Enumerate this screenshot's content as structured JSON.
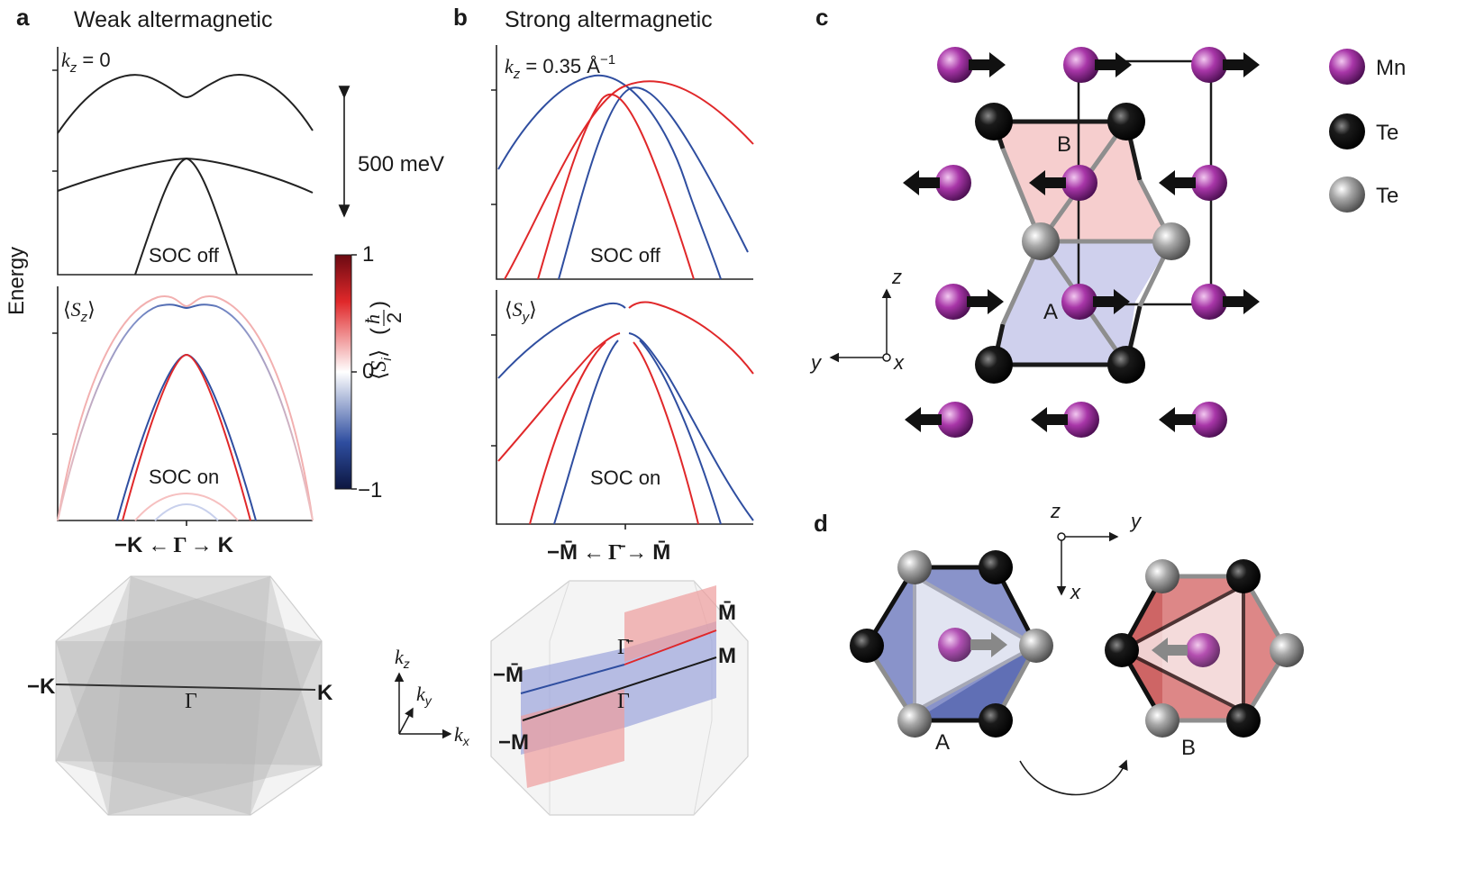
{
  "panels": {
    "a": {
      "letter": "a",
      "title": "Weak altermagnetic",
      "kz_label": "k",
      "kz_sub": "z",
      "kz_value": " = 0",
      "soc_off": "SOC off",
      "soc_on": "SOC on",
      "spin_label": "S",
      "spin_sub": "z",
      "k_neg": "−K",
      "arrow_left": "←",
      "gamma": "Γ",
      "arrow_right": "→",
      "k_pos": "K",
      "bz_k_neg": "−K",
      "bz_k_pos": "K",
      "bz_gamma": "Γ"
    },
    "b": {
      "letter": "b",
      "title": "Strong altermagnetic",
      "kz_label": "k",
      "kz_sub": "z",
      "kz_value": " = 0.35 Å",
      "kz_unit_sup": "−1",
      "soc_off": "SOC off",
      "soc_on": "SOC on",
      "spin_label": "S",
      "spin_sub": "y",
      "m_neg": "−M̄",
      "arrow_left": "←",
      "gamma_bar": "Γ̄",
      "arrow_right": "→",
      "m_pos": "M̄",
      "bz_mbar_neg": "−M̄",
      "bz_mbar_pos": "M̄",
      "bz_m_neg": "−M",
      "bz_m_pos": "M",
      "bz_gamma_bar": "Γ̄",
      "bz_gamma": "Γ"
    },
    "c": {
      "letter": "c",
      "label_A": "A",
      "label_B": "B",
      "axis_z": "z",
      "axis_y": "y",
      "axis_x": "x"
    },
    "d": {
      "letter": "d",
      "label_A": "A",
      "label_B": "B",
      "axis_z": "z",
      "axis_y": "y",
      "axis_x": "x"
    }
  },
  "shared": {
    "y_axis_label": "Energy",
    "scale_bar": "500 meV",
    "colorbar_label": "S",
    "colorbar_sub": "i",
    "colorbar_unit": "ħ",
    "colorbar_unit_den": "2",
    "colorbar_ticks": [
      "1",
      "0",
      "−1"
    ],
    "kaxis_z": "k",
    "kaxis_z_sub": "z",
    "kaxis_y": "k",
    "kaxis_y_sub": "y",
    "kaxis_x": "k",
    "kaxis_x_sub": "x"
  },
  "legend": [
    {
      "label": "Mn",
      "color": "#9a2ea0"
    },
    {
      "label": "Te",
      "color": "#111111"
    },
    {
      "label": "Te",
      "color": "#9a9a9a"
    }
  ],
  "colors": {
    "red": "#e0282a",
    "blue": "#2f4ea0",
    "mn": "#9a2ea0"
  }
}
